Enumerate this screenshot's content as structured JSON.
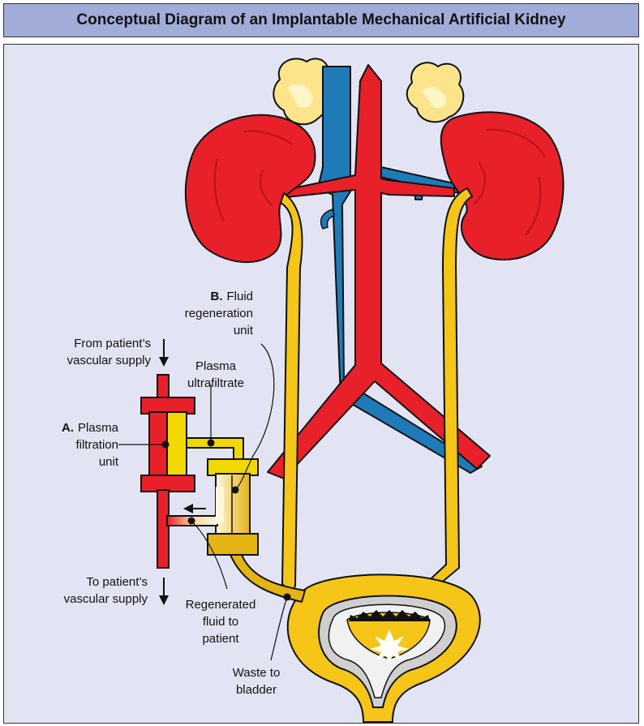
{
  "title": "Conceptual Diagram of an Implantable Mechanical Artificial Kidney",
  "labels": {
    "b_prefix": "B.",
    "b_line1": "Fluid",
    "b_line2": "regeneration",
    "b_line3": "unit",
    "from_line1": "From patient’s",
    "from_line2": "vascular supply",
    "plasma_uf_line1": "Plasma",
    "plasma_uf_line2": "ultrafiltrate",
    "a_prefix": "A.",
    "a_line1": "Plasma",
    "a_line2": "filtration",
    "a_line3": "unit",
    "to_line1": "To patient’s",
    "to_line2": "vascular supply",
    "regen_line1": "Regenerated",
    "regen_line2": "fluid to",
    "regen_line3": "patient",
    "waste_line1": "Waste to",
    "waste_line2": "bladder"
  },
  "colors": {
    "artery": "#e8202a",
    "vein": "#1e7bb8",
    "ureter": "#f5c518",
    "adrenal": "#fbe48a",
    "panel_bg": "#e3e4f3",
    "title_bg": "#a2acd8"
  }
}
